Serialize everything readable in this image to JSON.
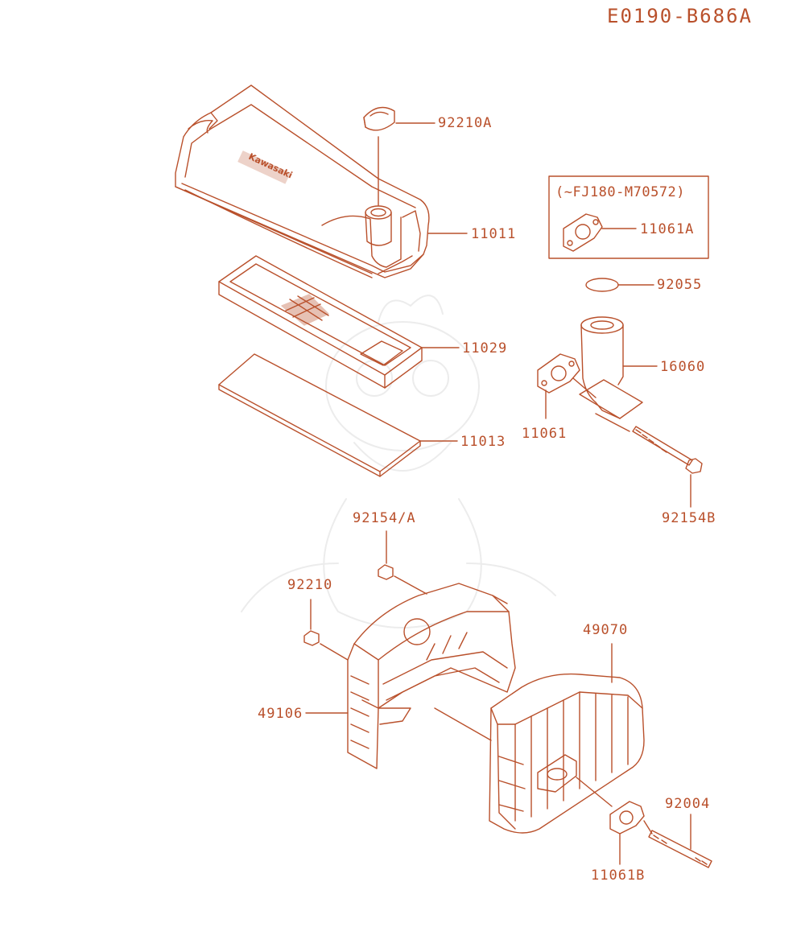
{
  "diagram_code": "E0190-B686A",
  "brand_mark": "Kawasaki",
  "variant_note": "(~FJ180-M70572)",
  "colors": {
    "line": "#b9502b",
    "background": "#ffffff",
    "watermark": "#ececec"
  },
  "callouts": {
    "p92210A": "92210A",
    "p11011": "11011",
    "p11061A": "11061A",
    "p92055": "92055",
    "p11029": "11029",
    "p16060": "16060",
    "p11061": "11061",
    "p11013": "11013",
    "p92154B": "92154B",
    "p92154A": "92154/A",
    "p92210": "92210",
    "p49070": "49070",
    "p49106": "49106",
    "p92004": "92004",
    "p11061B": "11061B"
  }
}
